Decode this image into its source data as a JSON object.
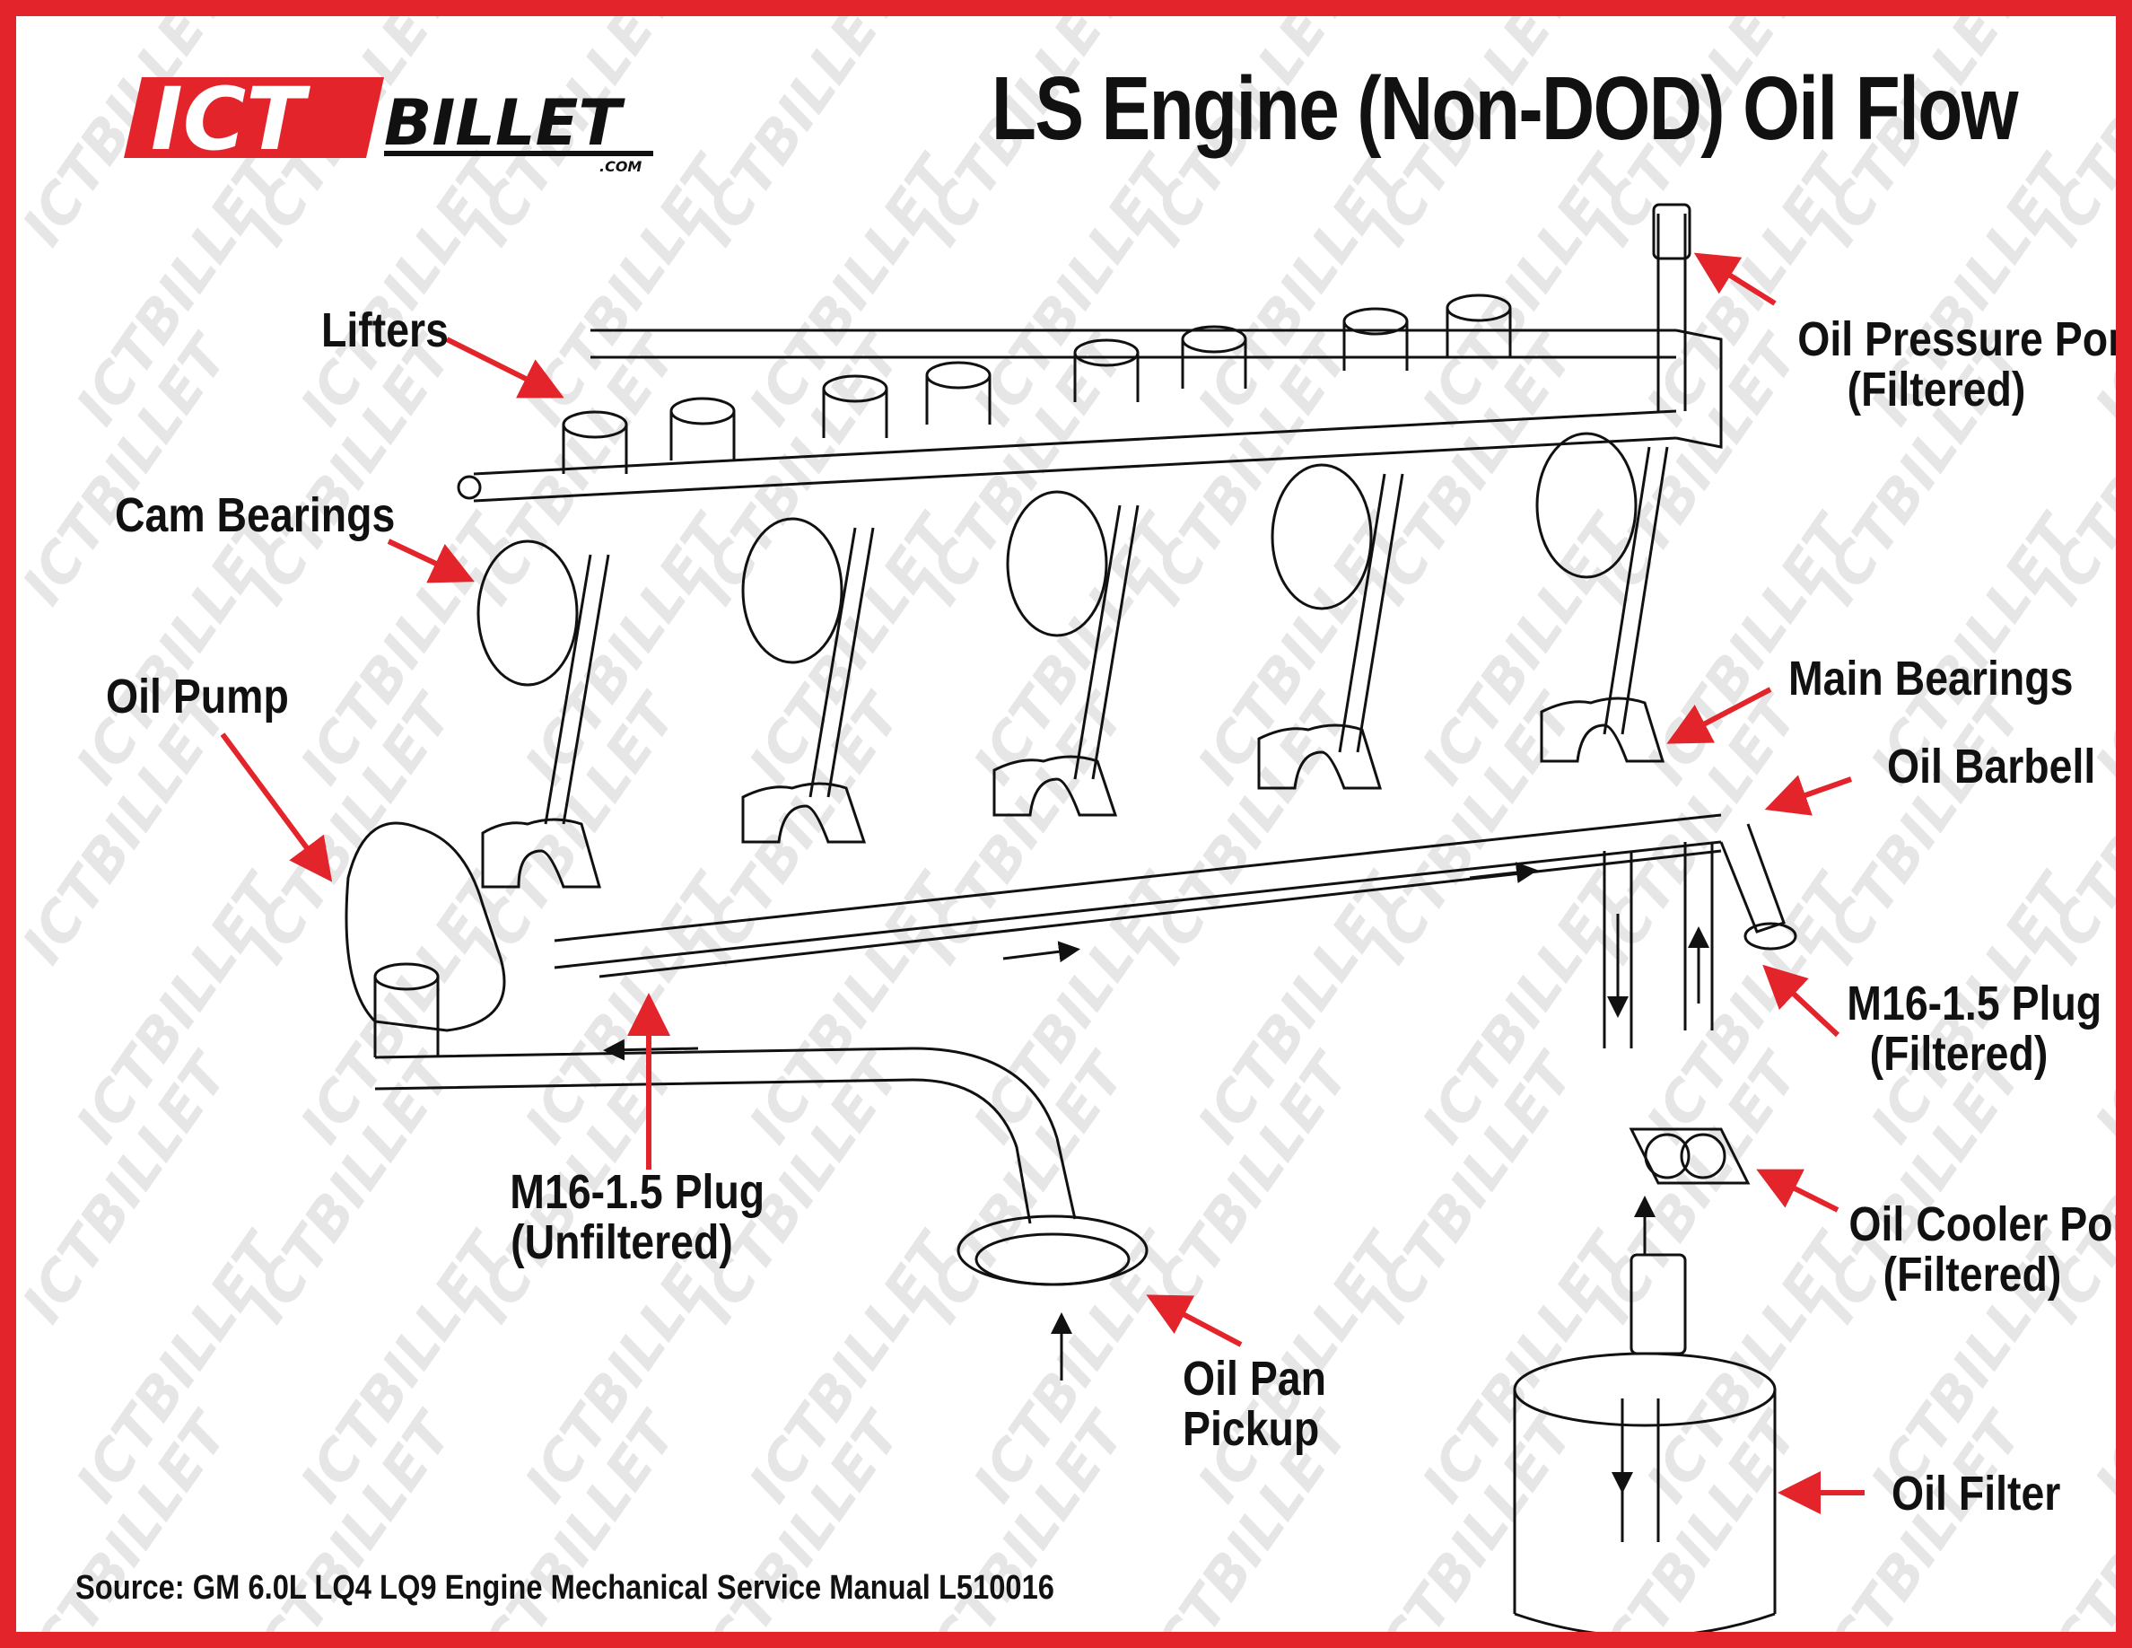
{
  "title": "LS Engine (Non-DOD) Oil Flow",
  "logo": {
    "primary": "ICT",
    "secondary": "BILLET",
    "suffix": ".COM"
  },
  "labels": {
    "lifters": "Lifters",
    "cam_bearings": "Cam Bearings",
    "oil_pump": "Oil Pump",
    "oil_pressure_port": [
      "Oil Pressure Port",
      "(Filtered)"
    ],
    "main_bearings": "Main Bearings",
    "oil_barbell": "Oil Barbell",
    "m16_plug_filtered": [
      "M16-1.5 Plug",
      "(Filtered)"
    ],
    "m16_plug_unfiltered": [
      "M16-1.5 Plug",
      "(Unfiltered)"
    ],
    "oil_cooler_port": [
      "Oil Cooler Port",
      "(Filtered)"
    ],
    "oil_pan_pickup": [
      "Oil Pan",
      "Pickup"
    ],
    "oil_filter": "Oil Filter"
  },
  "source": "Source: GM 6.0L LQ4 LQ9 Engine Mechanical Service Manual L510016",
  "colors": {
    "frame": "#e3242b",
    "arrow": "#e3242b",
    "ink": "#111111",
    "watermark": "#e6e6e6"
  }
}
